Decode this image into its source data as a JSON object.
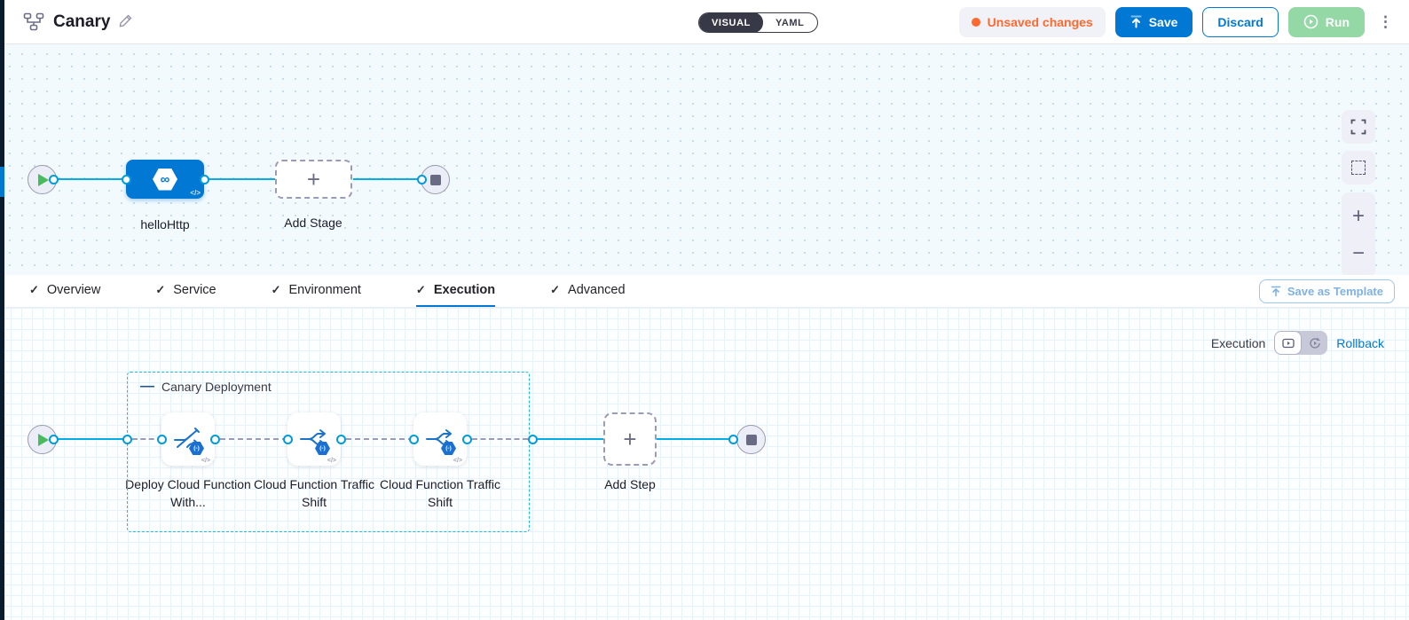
{
  "header": {
    "title": "Canary",
    "mode_toggle": {
      "visual": "VISUAL",
      "yaml": "YAML"
    },
    "unsaved_badge": "Unsaved changes",
    "save_label": "Save",
    "discard_label": "Discard",
    "run_label": "Run"
  },
  "stage_canvas": {
    "stage_label": "helloHttp",
    "add_stage_label": "Add Stage"
  },
  "tabs": {
    "items": [
      {
        "label": "Overview"
      },
      {
        "label": "Service"
      },
      {
        "label": "Environment"
      },
      {
        "label": "Execution"
      },
      {
        "label": "Advanced"
      }
    ],
    "active_tab": "Execution",
    "save_as_template_label": "Save as Template"
  },
  "execution_panel": {
    "mode_label": "Execution",
    "rollback_label": "Rollback",
    "group": {
      "title": "Canary Deployment",
      "steps": [
        {
          "label": "Deploy Cloud Function With..."
        },
        {
          "label": "Cloud Function Traffic Shift"
        },
        {
          "label": "Cloud Function Traffic Shift"
        }
      ]
    },
    "add_step_label": "Add Step"
  },
  "icons": {
    "check": "✓",
    "kebab": "⋮",
    "plus": "+",
    "minus": "−",
    "infinity": "∞",
    "code": "</>",
    "collapse_dash": "—",
    "badge_glyph": "(-)"
  },
  "colors": {
    "accent_blue": "#0278d5",
    "connector_blue": "#00ade4",
    "unsaved_orange": "#ff692e",
    "run_green_disabled": "#93d8a5",
    "group_border_cyan": "#18bee8",
    "canvas_dot": "#c3dcea"
  }
}
